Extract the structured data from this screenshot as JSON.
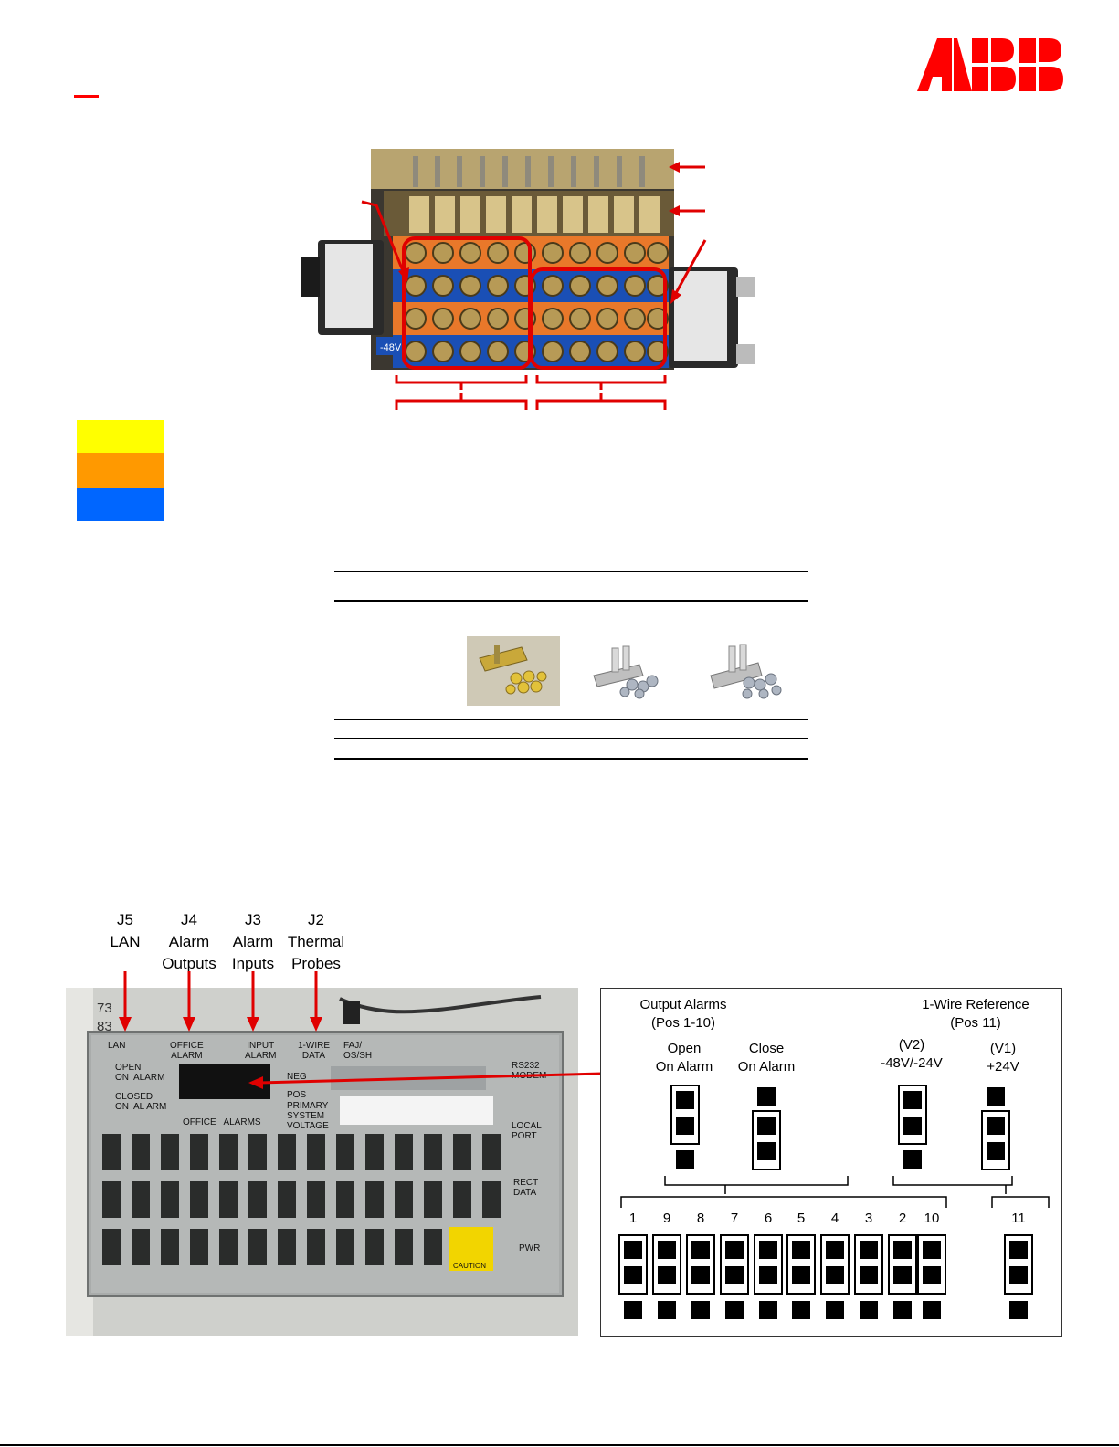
{
  "brand": {
    "logo_text": "ABB",
    "color": "#ff0000"
  },
  "bus_photo": {
    "neg_label": "-48V",
    "colors": {
      "bus_orange": "#e9782a",
      "bus_blue": "#1a4fb5",
      "brass": "#b79a56"
    }
  },
  "legend": {
    "swatches": [
      {
        "name": "yellow",
        "color": "#ffff00"
      },
      {
        "name": "orange",
        "color": "#ff9900"
      },
      {
        "name": "blue",
        "color": "#0066ff"
      }
    ]
  },
  "controller_labels": {
    "j5": {
      "num": "J5",
      "name": "LAN"
    },
    "j4": {
      "num": "J4",
      "line1": "Alarm",
      "line2": "Outputs"
    },
    "j3": {
      "num": "J3",
      "line1": "Alarm",
      "line2": "Inputs"
    },
    "j2": {
      "num": "J2",
      "line1": "Thermal",
      "line2": "Probes"
    }
  },
  "controller_photo": {
    "lan": "LAN",
    "office_alarm": "OFFICE\nALARM",
    "input_alarm": "INPUT\nALARM",
    "one_wire": "1-WIRE\nDATA",
    "faj": "FAJ/\nOS/SH",
    "rs232": "RS232\nMODEM",
    "open_on_alarm": "OPEN\nON  ALARM",
    "closed_on_alarm": "CLOSED\nON  AL ARM",
    "office_alarms": "OFFICE   ALARMS",
    "neg": "NEG",
    "pos": "POS",
    "primary": "PRIMARY\nSYSTEM\nVOLTAGE",
    "local_port": "LOCAL\nPORT",
    "rect_data": "RECT\nDATA",
    "pwr": "PWR",
    "caution": "CAUTION",
    "row_numbers": [
      "73",
      "83"
    ]
  },
  "jumper_diagram": {
    "output_alarms_title": "Output Alarms",
    "output_alarms_pos": "(Pos 1-10)",
    "open_line1": "Open",
    "open_line2": "On Alarm",
    "close_line1": "Close",
    "close_line2": "On Alarm",
    "onewire_title": "1-Wire Reference",
    "onewire_pos": "(Pos 11)",
    "v2_line1": "(V2)",
    "v2_line2": "-48V/-24V",
    "v1_line1": "(V1)",
    "v1_line2": "+24V",
    "positions": [
      "1",
      "9",
      "8",
      "7",
      "6",
      "5",
      "4",
      "3",
      "2",
      "10"
    ],
    "position_11": "11"
  }
}
